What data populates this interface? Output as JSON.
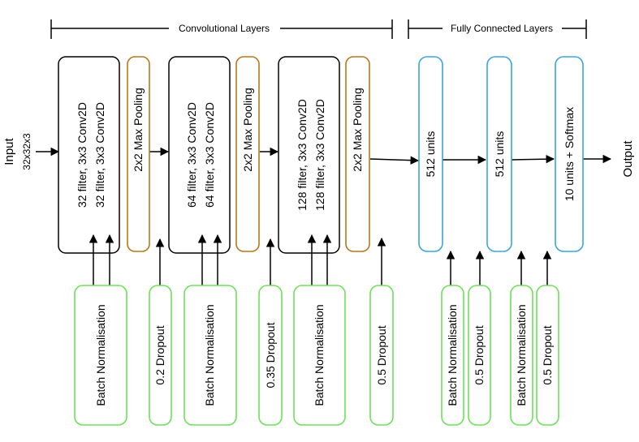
{
  "brackets": {
    "conv": "Convolutional Layers",
    "fc": "Fully Connected Layers"
  },
  "input": {
    "label": "Input",
    "shape": "32x32x3"
  },
  "output": {
    "label": "Output"
  },
  "conv_blocks": [
    {
      "line1": "32 filter, 3x3 Conv2D",
      "line2": "32 filter, 3x3 Conv2D"
    },
    {
      "line1": "64 filter, 3x3 Conv2D",
      "line2": "64 filter, 3x3 Conv2D"
    },
    {
      "line1": "128 filter, 3x3 Conv2D",
      "line2": "128 filter, 3x3 Conv2D"
    }
  ],
  "pools": [
    "2x2 Max Pooling",
    "2x2 Max Pooling",
    "2x2 Max Pooling"
  ],
  "dense": [
    "512 units",
    "512 units",
    "10 units + Softmax"
  ],
  "regularizers": {
    "bn": [
      "Batch Normalisation",
      "Batch Normalisation",
      "Batch Normalisation",
      "Batch Normalisation",
      "Batch Normalisation"
    ],
    "dropout": [
      "0.2 Dropout",
      "0.35 Dropout",
      "0.5 Dropout",
      "0.5 Dropout",
      "0.5 Dropout"
    ]
  },
  "colors": {
    "conv_border": "#000000",
    "pool_border": "#b5791a",
    "dense_border": "#3ba4e0",
    "reg_border": "#6ee05a"
  }
}
